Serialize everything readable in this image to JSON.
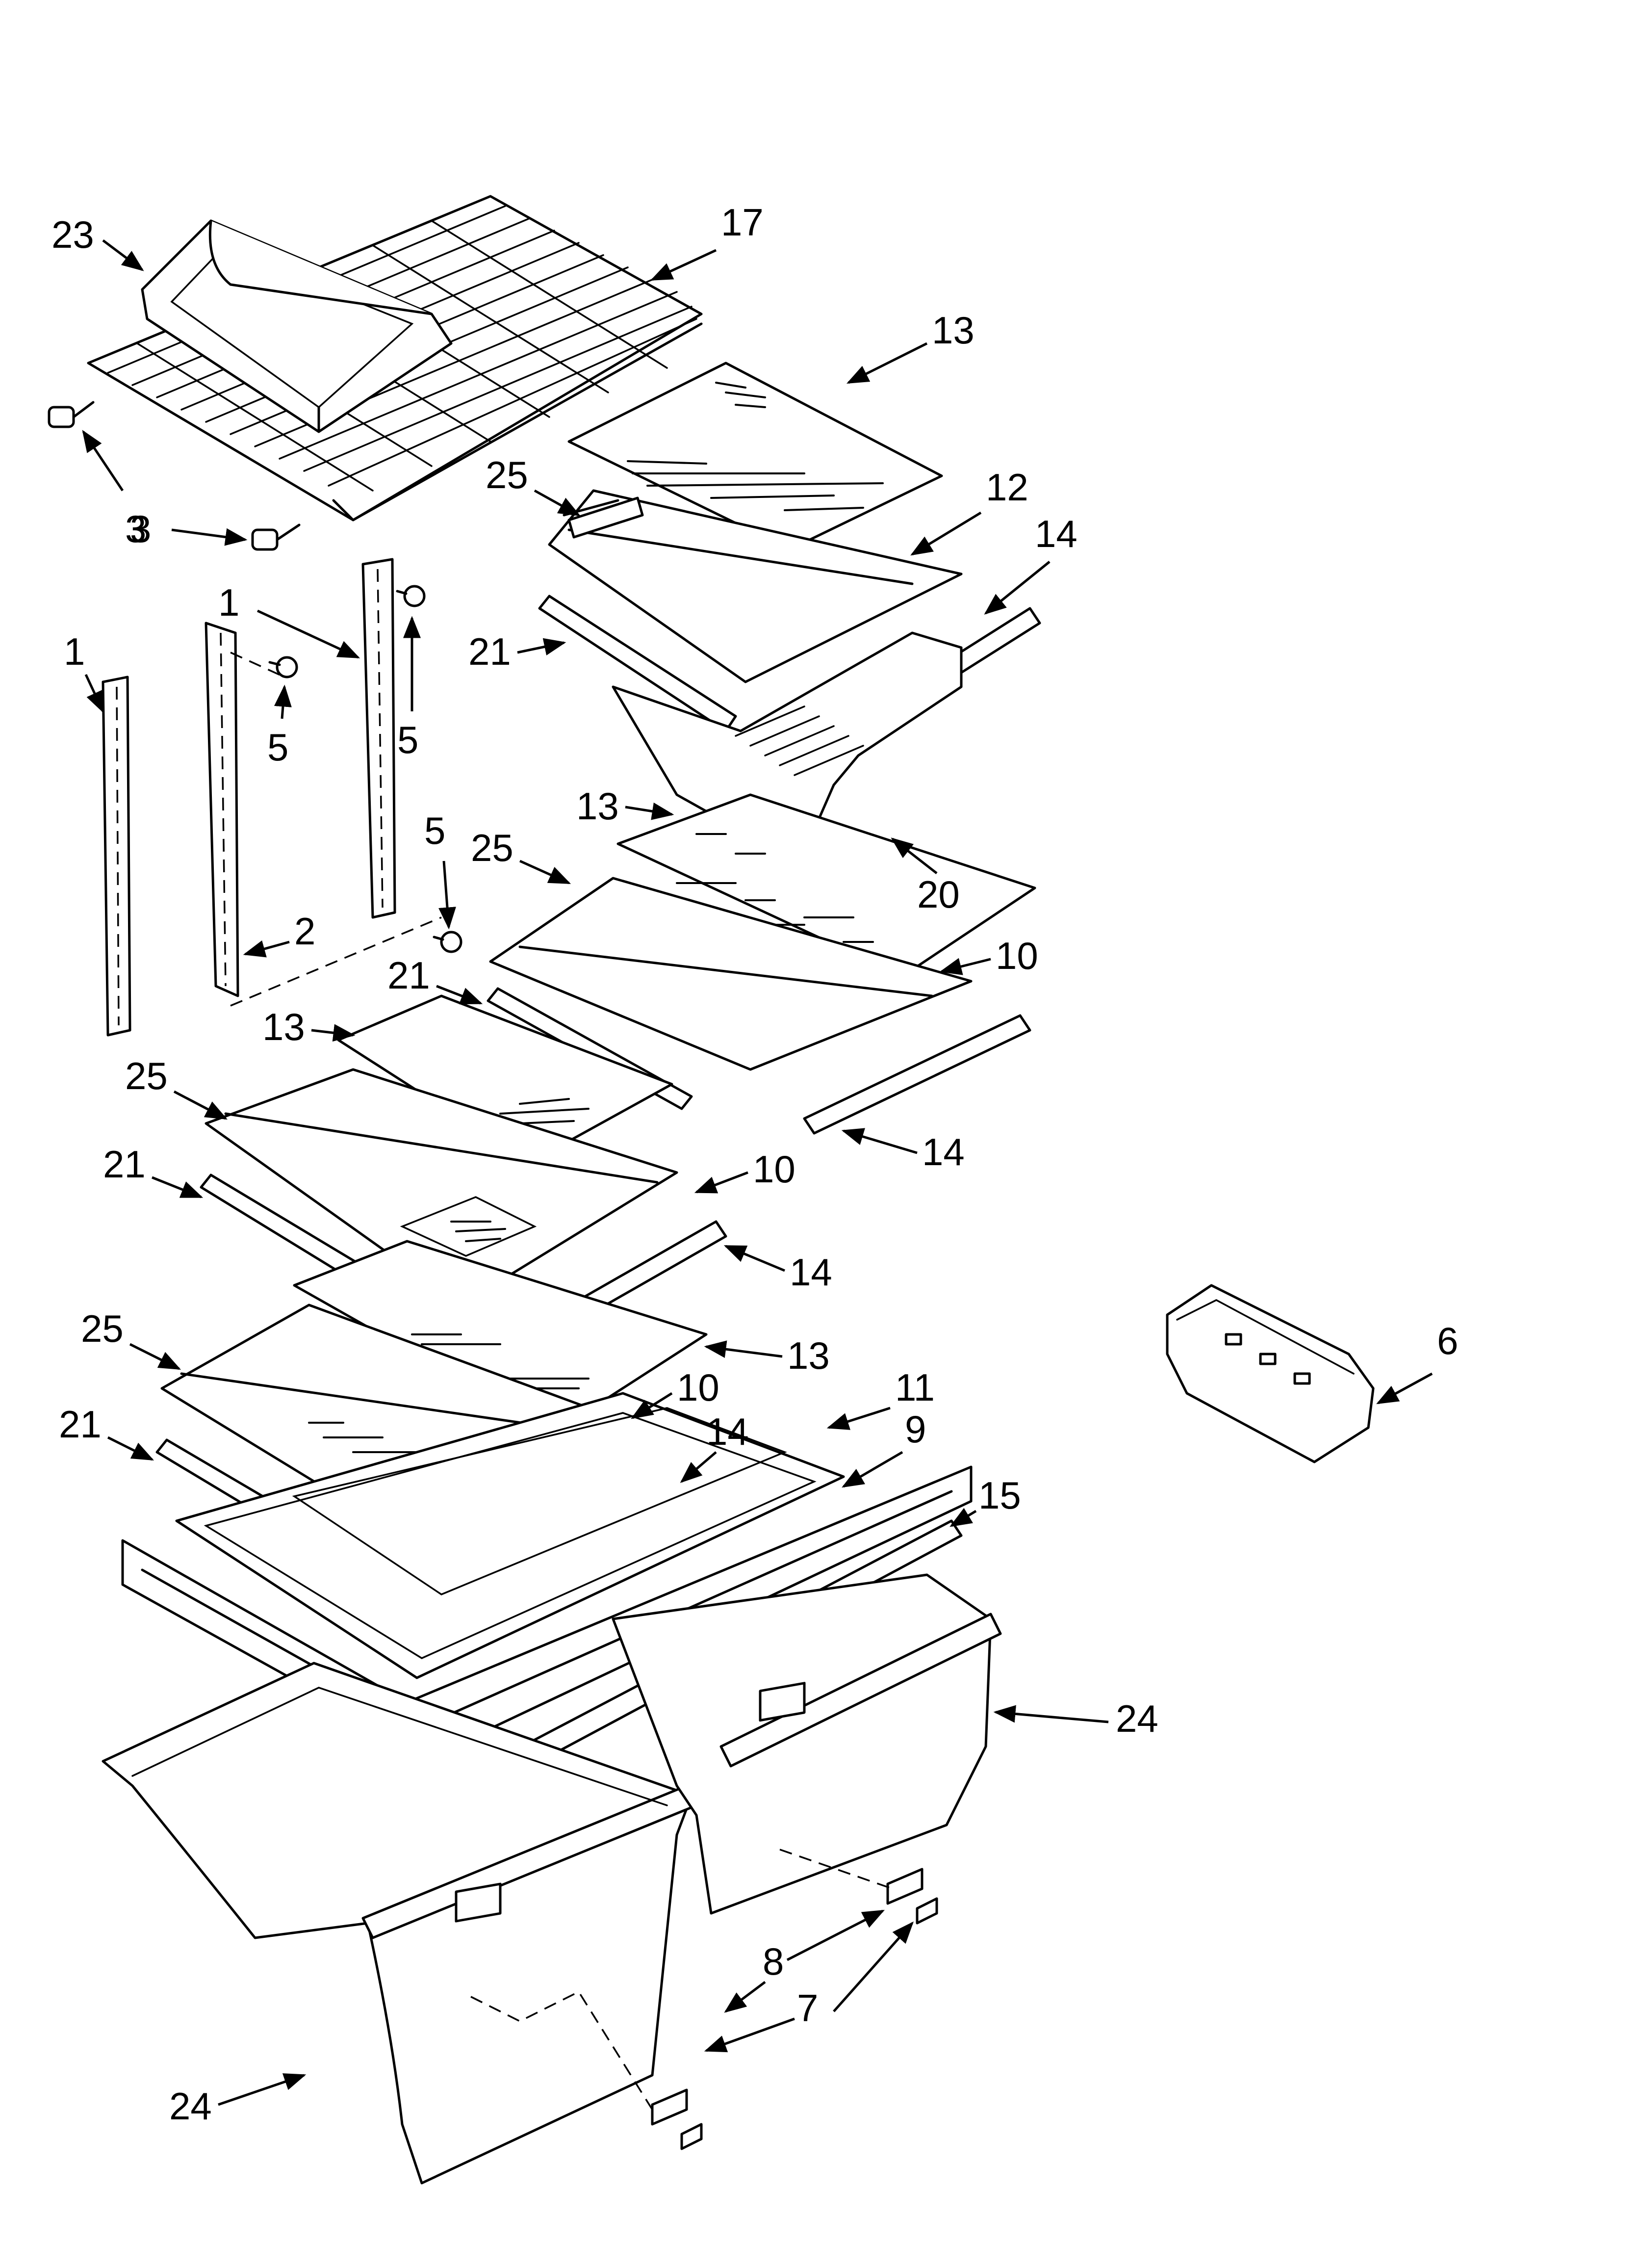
{
  "diagram": {
    "title": "",
    "colors": {
      "line": "#000000",
      "background": "#ffffff"
    },
    "callouts": [
      {
        "id": "c23",
        "label": "23"
      },
      {
        "id": "c17",
        "label": "17"
      },
      {
        "id": "c13a",
        "label": "13"
      },
      {
        "id": "c3a",
        "label": "3"
      },
      {
        "id": "c3b",
        "label": "3"
      },
      {
        "id": "c25a",
        "label": "25"
      },
      {
        "id": "c12",
        "label": "12"
      },
      {
        "id": "c14a",
        "label": "14"
      },
      {
        "id": "c1a",
        "label": "1"
      },
      {
        "id": "c1b",
        "label": "1"
      },
      {
        "id": "c21a",
        "label": "21"
      },
      {
        "id": "c5a",
        "label": "5"
      },
      {
        "id": "c5b",
        "label": "5"
      },
      {
        "id": "c13b",
        "label": "13"
      },
      {
        "id": "c25b",
        "label": "25"
      },
      {
        "id": "c20",
        "label": "20"
      },
      {
        "id": "c5c",
        "label": "5"
      },
      {
        "id": "c2",
        "label": "2"
      },
      {
        "id": "c10a",
        "label": "10"
      },
      {
        "id": "c21b",
        "label": "21"
      },
      {
        "id": "c13c",
        "label": "13"
      },
      {
        "id": "c25c",
        "label": "25"
      },
      {
        "id": "c14b",
        "label": "14"
      },
      {
        "id": "c21c",
        "label": "21"
      },
      {
        "id": "c10b",
        "label": "10"
      },
      {
        "id": "c14c",
        "label": "14"
      },
      {
        "id": "c6",
        "label": "6"
      },
      {
        "id": "c25d",
        "label": "25"
      },
      {
        "id": "c13d",
        "label": "13"
      },
      {
        "id": "c10c",
        "label": "10"
      },
      {
        "id": "c11",
        "label": "11"
      },
      {
        "id": "c21d",
        "label": "21"
      },
      {
        "id": "c14d",
        "label": "14"
      },
      {
        "id": "c9",
        "label": "9"
      },
      {
        "id": "c15",
        "label": "15"
      },
      {
        "id": "c24a",
        "label": "24"
      },
      {
        "id": "c8",
        "label": "8"
      },
      {
        "id": "c7",
        "label": "7"
      },
      {
        "id": "c24b",
        "label": "24"
      }
    ]
  }
}
